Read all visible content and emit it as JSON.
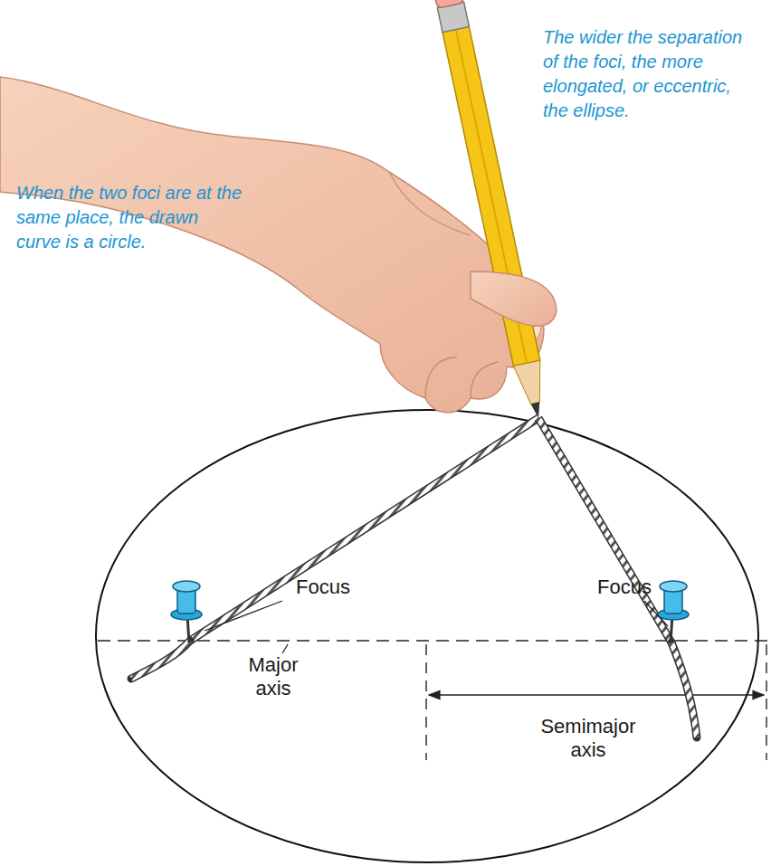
{
  "diagram": {
    "labels": [
      "The wider the separation of the foci, the more elongated, or eccentric, the ellipse.",
      "When the two foci are at the same place, the drawn curve is a circle.",
      "Focus",
      "Focus",
      "Major axis",
      "Semimajor axis"
    ]
  }
}
